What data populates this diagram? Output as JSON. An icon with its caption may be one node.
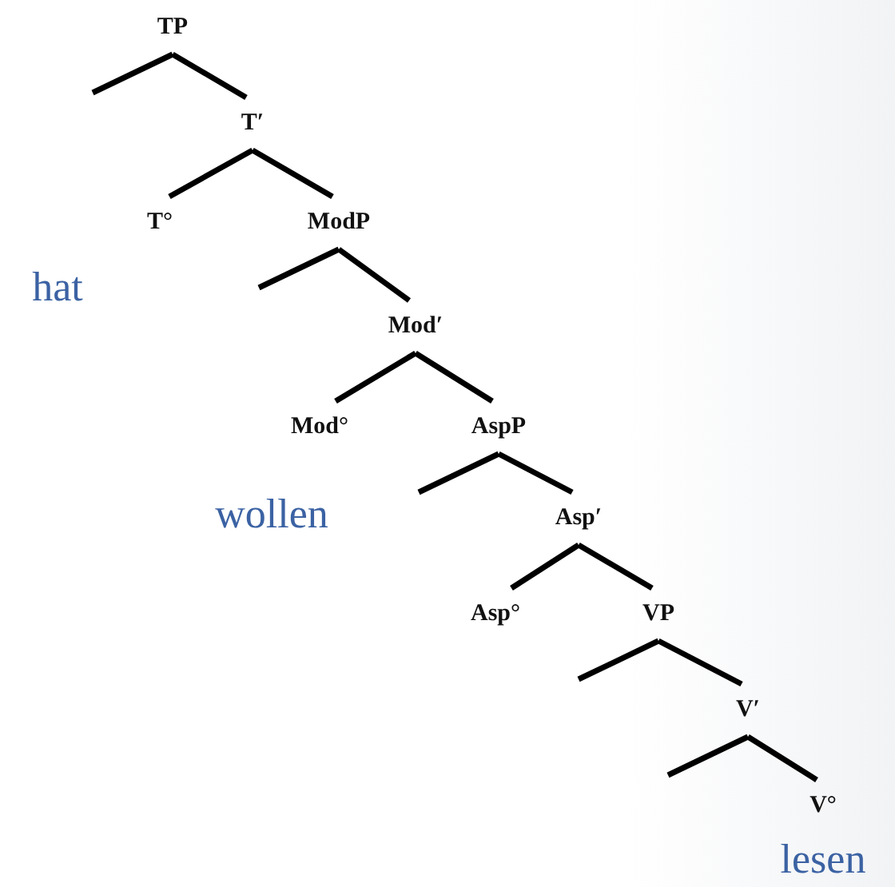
{
  "diagram": {
    "nodes": [
      {
        "text": [
          "TP"
        ]
      },
      {
        "text": [
          "T′"
        ]
      },
      {
        "text": [
          "T°"
        ]
      },
      {
        "text": [
          "ModP"
        ]
      },
      {
        "text": [
          "Mod′"
        ]
      },
      {
        "text": [
          "Mod°"
        ]
      },
      {
        "text": [
          "AspP"
        ]
      },
      {
        "text": [
          "Asp′"
        ]
      },
      {
        "text": [
          "Asp°"
        ]
      },
      {
        "text": [
          "VP"
        ]
      },
      {
        "text": [
          "V′"
        ]
      },
      {
        "text": [
          "V°"
        ]
      }
    ],
    "edges": [
      {
        "from": 0,
        "to": null,
        "arrow": "none"
      },
      {
        "from": 0,
        "to": 1,
        "arrow": "none"
      },
      {
        "from": 1,
        "to": 2,
        "arrow": "none"
      },
      {
        "from": 1,
        "to": 3,
        "arrow": "none"
      },
      {
        "from": 3,
        "to": null,
        "arrow": "none"
      },
      {
        "from": 3,
        "to": 4,
        "arrow": "none"
      },
      {
        "from": 4,
        "to": 5,
        "arrow": "none"
      },
      {
        "from": 4,
        "to": 6,
        "arrow": "none"
      },
      {
        "from": 6,
        "to": null,
        "arrow": "none"
      },
      {
        "from": 6,
        "to": 7,
        "arrow": "none"
      },
      {
        "from": 7,
        "to": 8,
        "arrow": "none"
      },
      {
        "from": 7,
        "to": 9,
        "arrow": "none"
      },
      {
        "from": 9,
        "to": null,
        "arrow": "none"
      },
      {
        "from": 9,
        "to": 10,
        "arrow": "none"
      },
      {
        "from": 10,
        "to": null,
        "arrow": "none"
      },
      {
        "from": 10,
        "to": 11,
        "arrow": "none"
      }
    ],
    "labels": [
      "hat",
      "wollen",
      "lesen"
    ]
  }
}
